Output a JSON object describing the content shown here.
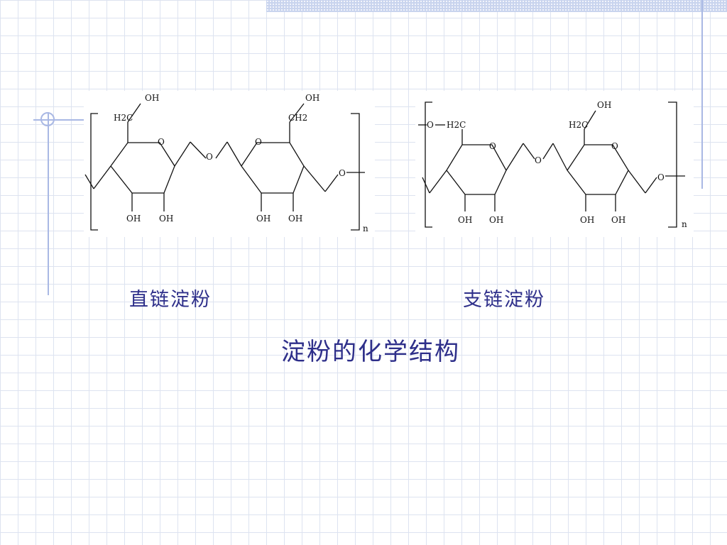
{
  "slide": {
    "title": "淀粉的化学结构",
    "amylose_caption": "直链淀粉",
    "amylopectin_caption": "支链淀粉"
  },
  "amylose": {
    "atom_labels": [
      "OH",
      "H2C",
      "O",
      "O",
      "O",
      "OH",
      "CH2",
      "OH",
      "OH",
      "OH",
      "OH",
      "O",
      "n"
    ]
  },
  "amylopectin": {
    "atom_labels": [
      "O",
      "H2C",
      "O",
      "O",
      "OH",
      "H2C",
      "O",
      "O",
      "OH",
      "OH",
      "OH",
      "OH",
      "n"
    ]
  },
  "colors": {
    "text": "#2e2f8a",
    "grid": "#dde3f0",
    "accent": "#a9b8e4"
  }
}
